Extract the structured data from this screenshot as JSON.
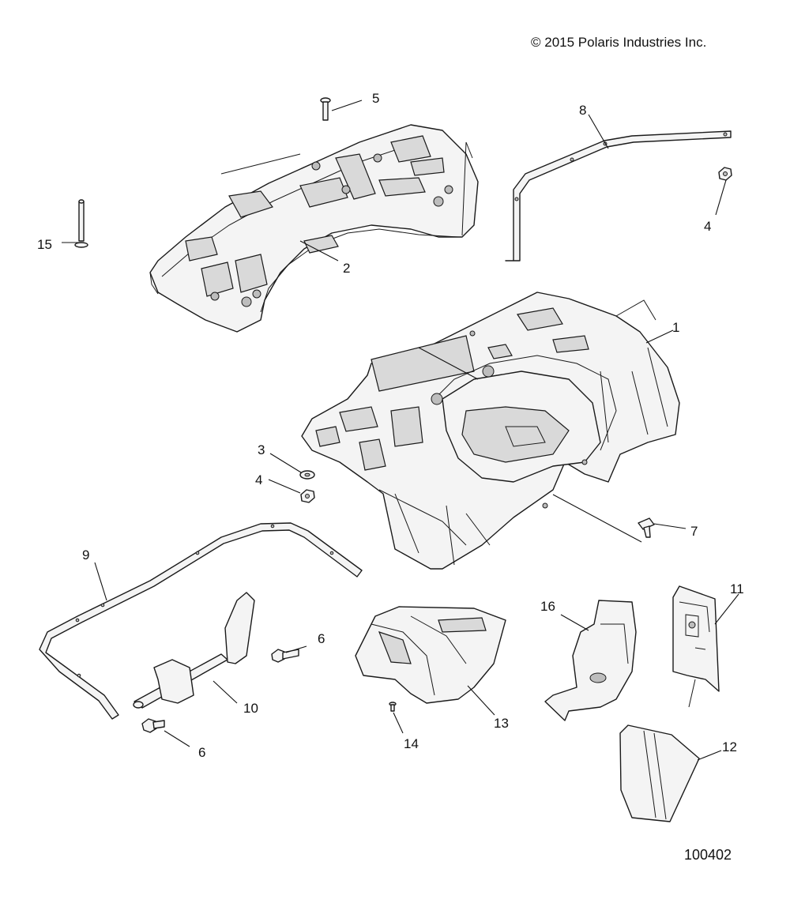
{
  "copyright": "© 2015 Polaris Industries Inc.",
  "figure_number": "100402",
  "callouts": [
    {
      "id": "c1",
      "label": "1"
    },
    {
      "id": "c2",
      "label": "2"
    },
    {
      "id": "c3",
      "label": "3"
    },
    {
      "id": "c4a",
      "label": "4"
    },
    {
      "id": "c4b",
      "label": "4"
    },
    {
      "id": "c5",
      "label": "5"
    },
    {
      "id": "c6a",
      "label": "6"
    },
    {
      "id": "c6b",
      "label": "6"
    },
    {
      "id": "c7",
      "label": "7"
    },
    {
      "id": "c8",
      "label": "8"
    },
    {
      "id": "c9",
      "label": "9"
    },
    {
      "id": "c10",
      "label": "10"
    },
    {
      "id": "c11",
      "label": "11"
    },
    {
      "id": "c12",
      "label": "12"
    },
    {
      "id": "c13",
      "label": "13"
    },
    {
      "id": "c14",
      "label": "14"
    },
    {
      "id": "c15",
      "label": "15"
    },
    {
      "id": "c16",
      "label": "16"
    }
  ]
}
